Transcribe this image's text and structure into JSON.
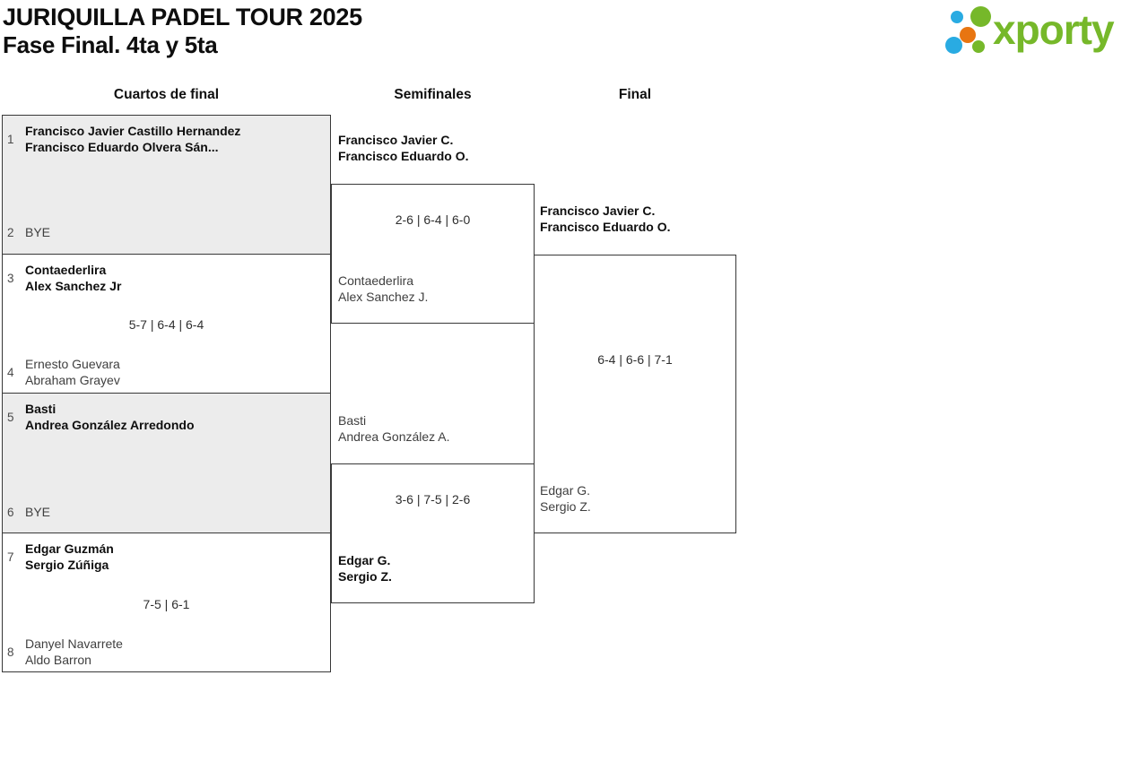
{
  "header": {
    "title": "JURIQUILLA PADEL TOUR 2025",
    "subtitle": "Fase Final. 4ta y 5ta",
    "logo_text": "xporty"
  },
  "round_headers": {
    "quarterfinals": "Cuartos de final",
    "semifinals": "Semifinales",
    "final": "Final"
  },
  "qf": [
    {
      "seed_top": "1",
      "top1": "Francisco Javier Castillo Hernandez",
      "top2": "Francisco Eduardo Olvera Sán...",
      "seed_bot": "2",
      "bot1": "BYE",
      "bot2": "",
      "score": ""
    },
    {
      "seed_top": "3",
      "top1": "Contaederlira",
      "top2": "Alex Sanchez Jr",
      "seed_bot": "4",
      "bot1": "Ernesto Guevara",
      "bot2": "Abraham Grayev",
      "score": "5-7 | 6-4 | 6-4"
    },
    {
      "seed_top": "5",
      "top1": "Basti",
      "top2": "Andrea González Arredondo",
      "seed_bot": "6",
      "bot1": "BYE",
      "bot2": "",
      "score": ""
    },
    {
      "seed_top": "7",
      "top1": "Edgar Guzmán",
      "top2": "Sergio Zúñiga",
      "seed_bot": "8",
      "bot1": "Danyel Navarrete",
      "bot2": "Aldo Barron",
      "score": "7-5 | 6-1"
    }
  ],
  "sf": [
    {
      "top1": "Francisco Javier C.",
      "top2": "Francisco Eduardo O.",
      "bot1": "Contaederlira",
      "bot2": "Alex Sanchez J.",
      "score": "2-6 | 6-4 | 6-0"
    },
    {
      "top1": "Basti",
      "top2": "Andrea González A.",
      "bot1": "Edgar G.",
      "bot2": "Sergio Z.",
      "score": "3-6 | 7-5 | 2-6"
    }
  ],
  "final": {
    "top1": "Francisco Javier C.",
    "top2": "Francisco Eduardo O.",
    "bot1": "Edgar G.",
    "bot2": "Sergio Z.",
    "score": "6-4 | 6-6 | 7-1"
  },
  "colors": {
    "brand_green": "#76b82a",
    "brand_blue": "#29abe2",
    "brand_orange": "#e87511",
    "match_fill_gray": "#ececec"
  }
}
